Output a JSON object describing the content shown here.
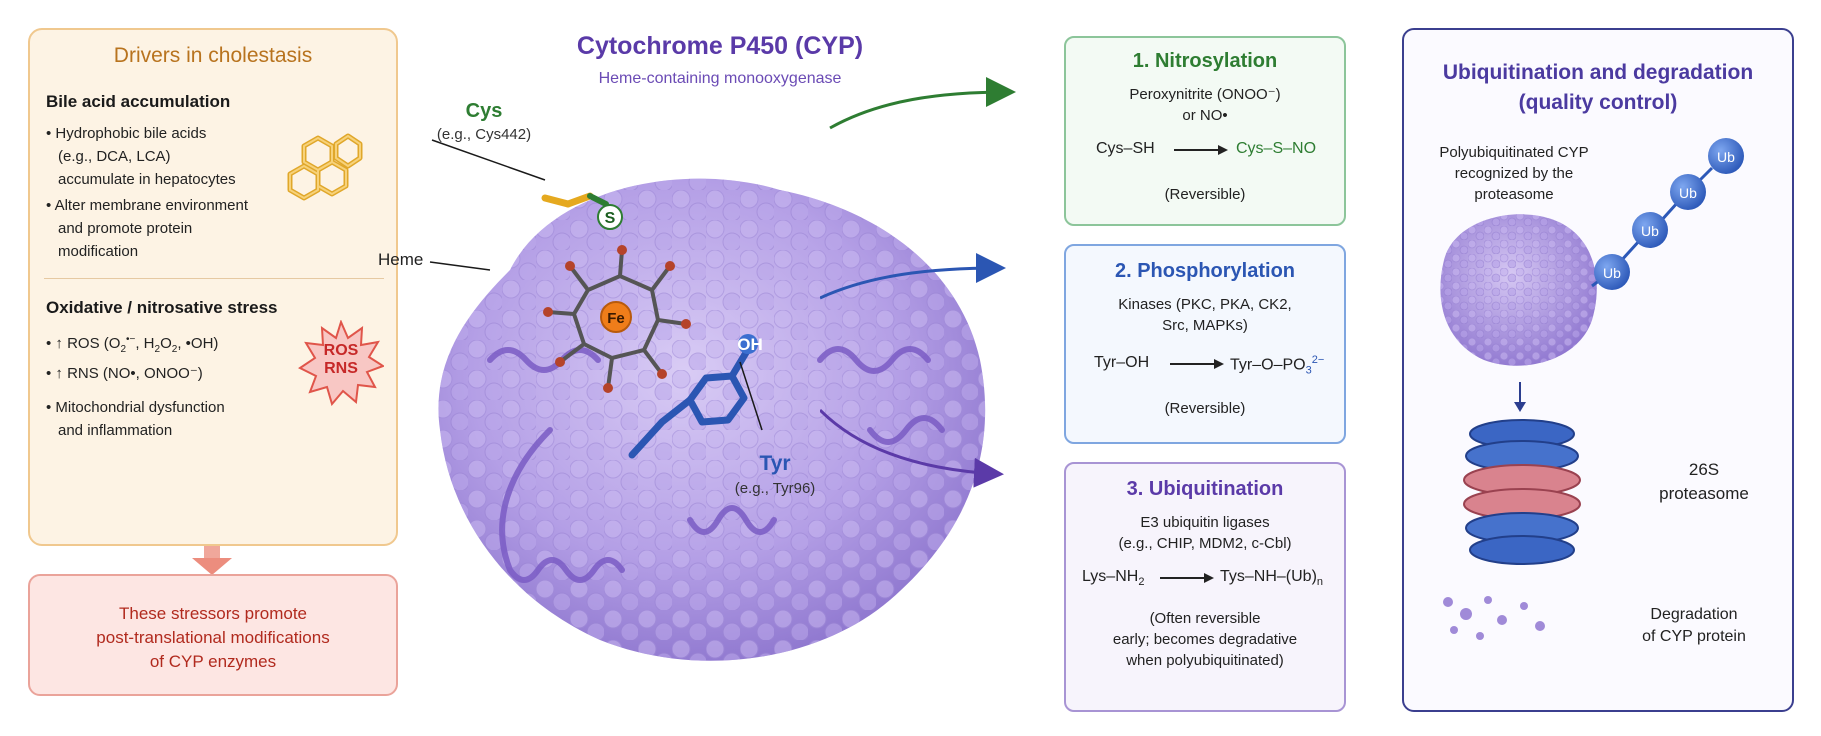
{
  "drivers": {
    "title": "Drivers in cholestasis",
    "bile": {
      "title": "Bile acid accumulation",
      "b1": [
        "Hydrophobic bile acids",
        "(e.g., DCA, LCA)",
        "accumulate in hepatocytes"
      ],
      "b2": [
        "Alter membrane environment",
        "and promote protein",
        "modification"
      ]
    },
    "stress": {
      "title": "Oxidative / nitrosative stress",
      "b1_pre": "↑ ROS (O",
      "b1_s1": "2",
      "b1_sup": "•−",
      "b1_mid": ", H",
      "b1_s2": "2",
      "b1_mid2": "O",
      "b1_s3": "2",
      "b1_end": ", •OH)",
      "b2": "↑ RNS (NO•, ONOO⁻)",
      "b3": [
        "Mitochondrial dysfunction",
        "and inflammation"
      ],
      "badge": [
        "ROS",
        "RNS"
      ]
    },
    "conclusion": [
      "These stressors promote",
      "post-translational modifications",
      "of CYP enzymes"
    ]
  },
  "cyp": {
    "title": "Cytochrome P450 (CYP)",
    "subtitle": "Heme-containing monooxygenase",
    "cys_label": "Cys",
    "cys_example": "(e.g., Cys442)",
    "s_label": "S",
    "heme_label": "Heme",
    "fe_label": "Fe",
    "oh_label": "OH",
    "tyr_label": "Tyr",
    "tyr_example": "(e.g., Tyr96)"
  },
  "mods": {
    "nitrosylation": {
      "title": "1. Nitrosylation",
      "agent": [
        "Peroxynitrite (ONOO⁻)",
        "or NO•"
      ],
      "reactant": "Cys–SH",
      "product": "Cys–S–NO",
      "note": "(Reversible)"
    },
    "phosphorylation": {
      "title": "2. Phosphorylation",
      "agent": [
        "Kinases (PKC, PKA, CK2,",
        "Src, MAPKs)"
      ],
      "reactant": "Tyr–OH",
      "product_pre": "Tyr–O–PO",
      "product_sub": "3",
      "product_sup": "2−",
      "note": "(Reversible)"
    },
    "ubiquitination": {
      "title": "3. Ubiquitination",
      "agent": [
        "E3 ubiquitin ligases",
        "(e.g., CHIP, MDM2, c-Cbl)"
      ],
      "reactant_pre": "Lys–NH",
      "reactant_sub": "2",
      "product_pre": "Tys–NH–(Ub)",
      "product_sub": "n",
      "note": [
        "(Often reversible",
        "early; becomes degradative",
        "when polyubiquitinated)"
      ]
    }
  },
  "degradation": {
    "title": [
      "Ubiquitination and degradation",
      "(quality control)"
    ],
    "recognized": [
      "Polyubiquitinated CYP",
      "recognized by the",
      "proteasome"
    ],
    "ub_labels": [
      "Ub",
      "Ub",
      "Ub",
      "Ub"
    ],
    "proteasome": [
      "26S",
      "proteasome"
    ],
    "degraded": [
      "Degradation",
      "of CYP protein"
    ]
  },
  "colors": {
    "driver_title": "#b8731e",
    "cyp_purple": "#5a3aa8",
    "green": "#2e7d32",
    "blue": "#2b56b3",
    "purple": "#5b3aa8",
    "red": "#c62828"
  }
}
